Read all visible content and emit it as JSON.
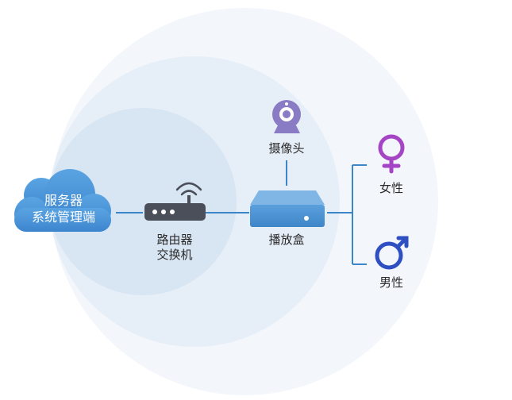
{
  "cloud": {
    "line1": "服务器",
    "line2": "系统管理端"
  },
  "router": {
    "line1": "路由器",
    "line2": "交换机"
  },
  "camera": {
    "label": "摄像头"
  },
  "stb": {
    "label": "播放盒"
  },
  "female": {
    "label": "女性",
    "color": "#a545c6"
  },
  "male": {
    "label": "男性",
    "color": "#2e4fc2"
  },
  "colors": {
    "line": "#3a86c8",
    "cloud": "#4b93d6",
    "device": "#4a90d0",
    "router": "#4a4f5a",
    "camera": "#8a7cc4"
  }
}
